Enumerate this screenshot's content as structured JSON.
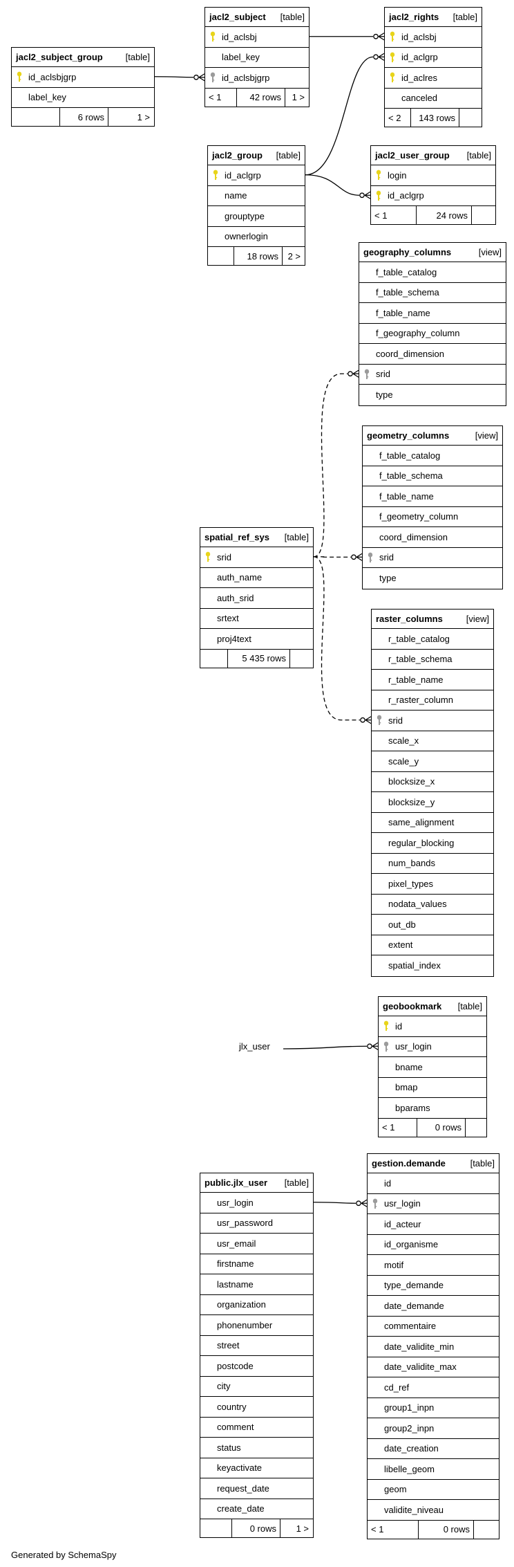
{
  "footer": "Generated by SchemaSpy",
  "external_ref": "jlx_user",
  "colors": {
    "primary_key_icon": "#e8d41a",
    "foreign_key_icon": "#9b9b9b",
    "line": "#000000"
  },
  "tables": [
    {
      "id": "jacl2_subject_group",
      "name": "jacl2_subject_group",
      "type": "[table]",
      "columns": [
        {
          "name": "id_aclsbjgrp",
          "key": "pk"
        },
        {
          "name": "label_key",
          "key": ""
        }
      ],
      "footer": [
        "",
        "6 rows",
        "1 >"
      ]
    },
    {
      "id": "jacl2_subject",
      "name": "jacl2_subject",
      "type": "[table]",
      "columns": [
        {
          "name": "id_aclsbj",
          "key": "pk"
        },
        {
          "name": "label_key",
          "key": ""
        },
        {
          "name": "id_aclsbjgrp",
          "key": "fk"
        }
      ],
      "footer": [
        "< 1",
        "42 rows",
        "1 >"
      ]
    },
    {
      "id": "jacl2_rights",
      "name": "jacl2_rights",
      "type": "[table]",
      "columns": [
        {
          "name": "id_aclsbj",
          "key": "pk"
        },
        {
          "name": "id_aclgrp",
          "key": "pk"
        },
        {
          "name": "id_aclres",
          "key": "pk"
        },
        {
          "name": "canceled",
          "key": ""
        }
      ],
      "footer": [
        "< 2",
        "143 rows",
        ""
      ]
    },
    {
      "id": "jacl2_group",
      "name": "jacl2_group",
      "type": "[table]",
      "columns": [
        {
          "name": "id_aclgrp",
          "key": "pk"
        },
        {
          "name": "name",
          "key": ""
        },
        {
          "name": "grouptype",
          "key": ""
        },
        {
          "name": "ownerlogin",
          "key": ""
        }
      ],
      "footer": [
        "",
        "18 rows",
        "2 >"
      ]
    },
    {
      "id": "jacl2_user_group",
      "name": "jacl2_user_group",
      "type": "[table]",
      "columns": [
        {
          "name": "login",
          "key": "pk"
        },
        {
          "name": "id_aclgrp",
          "key": "pk"
        }
      ],
      "footer": [
        "< 1",
        "24 rows",
        ""
      ]
    },
    {
      "id": "geography_columns",
      "name": "geography_columns",
      "type": "[view]",
      "columns": [
        {
          "name": "f_table_catalog",
          "key": ""
        },
        {
          "name": "f_table_schema",
          "key": ""
        },
        {
          "name": "f_table_name",
          "key": ""
        },
        {
          "name": "f_geography_column",
          "key": ""
        },
        {
          "name": "coord_dimension",
          "key": ""
        },
        {
          "name": "srid",
          "key": "fk"
        },
        {
          "name": "type",
          "key": ""
        }
      ],
      "footer": null
    },
    {
      "id": "geometry_columns",
      "name": "geometry_columns",
      "type": "[view]",
      "columns": [
        {
          "name": "f_table_catalog",
          "key": ""
        },
        {
          "name": "f_table_schema",
          "key": ""
        },
        {
          "name": "f_table_name",
          "key": ""
        },
        {
          "name": "f_geometry_column",
          "key": ""
        },
        {
          "name": "coord_dimension",
          "key": ""
        },
        {
          "name": "srid",
          "key": "fk"
        },
        {
          "name": "type",
          "key": ""
        }
      ],
      "footer": null
    },
    {
      "id": "spatial_ref_sys",
      "name": "spatial_ref_sys",
      "type": "[table]",
      "columns": [
        {
          "name": "srid",
          "key": "pk"
        },
        {
          "name": "auth_name",
          "key": ""
        },
        {
          "name": "auth_srid",
          "key": ""
        },
        {
          "name": "srtext",
          "key": ""
        },
        {
          "name": "proj4text",
          "key": ""
        }
      ],
      "footer": [
        "",
        "5 435 rows",
        ""
      ]
    },
    {
      "id": "raster_columns",
      "name": "raster_columns",
      "type": "[view]",
      "columns": [
        {
          "name": "r_table_catalog",
          "key": ""
        },
        {
          "name": "r_table_schema",
          "key": ""
        },
        {
          "name": "r_table_name",
          "key": ""
        },
        {
          "name": "r_raster_column",
          "key": ""
        },
        {
          "name": "srid",
          "key": "fk"
        },
        {
          "name": "scale_x",
          "key": ""
        },
        {
          "name": "scale_y",
          "key": ""
        },
        {
          "name": "blocksize_x",
          "key": ""
        },
        {
          "name": "blocksize_y",
          "key": ""
        },
        {
          "name": "same_alignment",
          "key": ""
        },
        {
          "name": "regular_blocking",
          "key": ""
        },
        {
          "name": "num_bands",
          "key": ""
        },
        {
          "name": "pixel_types",
          "key": ""
        },
        {
          "name": "nodata_values",
          "key": ""
        },
        {
          "name": "out_db",
          "key": ""
        },
        {
          "name": "extent",
          "key": ""
        },
        {
          "name": "spatial_index",
          "key": ""
        }
      ],
      "footer": null
    },
    {
      "id": "geobookmark",
      "name": "geobookmark",
      "type": "[table]",
      "columns": [
        {
          "name": "id",
          "key": "pk"
        },
        {
          "name": "usr_login",
          "key": "fk"
        },
        {
          "name": "bname",
          "key": ""
        },
        {
          "name": "bmap",
          "key": ""
        },
        {
          "name": "bparams",
          "key": ""
        }
      ],
      "footer": [
        "< 1",
        "0 rows",
        ""
      ]
    },
    {
      "id": "public_jlx_user",
      "name": "public.jlx_user",
      "type": "[table]",
      "columns": [
        {
          "name": "usr_login",
          "key": ""
        },
        {
          "name": "usr_password",
          "key": ""
        },
        {
          "name": "usr_email",
          "key": ""
        },
        {
          "name": "firstname",
          "key": ""
        },
        {
          "name": "lastname",
          "key": ""
        },
        {
          "name": "organization",
          "key": ""
        },
        {
          "name": "phonenumber",
          "key": ""
        },
        {
          "name": "street",
          "key": ""
        },
        {
          "name": "postcode",
          "key": ""
        },
        {
          "name": "city",
          "key": ""
        },
        {
          "name": "country",
          "key": ""
        },
        {
          "name": "comment",
          "key": ""
        },
        {
          "name": "status",
          "key": ""
        },
        {
          "name": "keyactivate",
          "key": ""
        },
        {
          "name": "request_date",
          "key": ""
        },
        {
          "name": "create_date",
          "key": ""
        }
      ],
      "footer": [
        "",
        "0 rows",
        "1 >"
      ]
    },
    {
      "id": "gestion_demande",
      "name": "gestion.demande",
      "type": "[table]",
      "columns": [
        {
          "name": "id",
          "key": ""
        },
        {
          "name": "usr_login",
          "key": "fk"
        },
        {
          "name": "id_acteur",
          "key": ""
        },
        {
          "name": "id_organisme",
          "key": ""
        },
        {
          "name": "motif",
          "key": ""
        },
        {
          "name": "type_demande",
          "key": ""
        },
        {
          "name": "date_demande",
          "key": ""
        },
        {
          "name": "commentaire",
          "key": ""
        },
        {
          "name": "date_validite_min",
          "key": ""
        },
        {
          "name": "date_validite_max",
          "key": ""
        },
        {
          "name": "cd_ref",
          "key": ""
        },
        {
          "name": "group1_inpn",
          "key": ""
        },
        {
          "name": "group2_inpn",
          "key": ""
        },
        {
          "name": "date_creation",
          "key": ""
        },
        {
          "name": "libelle_geom",
          "key": ""
        },
        {
          "name": "geom",
          "key": ""
        },
        {
          "name": "validite_niveau",
          "key": ""
        }
      ],
      "footer": [
        "< 1",
        "0 rows",
        ""
      ]
    }
  ],
  "relations": [
    {
      "from": "jacl2_subject_group",
      "from_col": 0,
      "to": "jacl2_subject",
      "to_col": 2,
      "style": "solid"
    },
    {
      "from": "jacl2_subject",
      "from_col": 0,
      "to": "jacl2_rights",
      "to_col": 0,
      "style": "solid"
    },
    {
      "from": "jacl2_group",
      "from_col": 0,
      "to": "jacl2_rights",
      "to_col": 1,
      "style": "solid"
    },
    {
      "from": "jacl2_group",
      "from_col": 0,
      "to": "jacl2_user_group",
      "to_col": 1,
      "style": "solid"
    },
    {
      "from": "spatial_ref_sys",
      "from_col": 0,
      "to": "geography_columns",
      "to_col": 5,
      "style": "dashed"
    },
    {
      "from": "spatial_ref_sys",
      "from_col": 0,
      "to": "geometry_columns",
      "to_col": 5,
      "style": "dashed"
    },
    {
      "from": "spatial_ref_sys",
      "from_col": 0,
      "to": "raster_columns",
      "to_col": 4,
      "style": "dashed"
    },
    {
      "from": "jlx_user_label",
      "from_col": -1,
      "to": "geobookmark",
      "to_col": 1,
      "style": "solid"
    },
    {
      "from": "public_jlx_user",
      "from_col": 0,
      "to": "gestion_demande",
      "to_col": 1,
      "style": "solid"
    }
  ]
}
